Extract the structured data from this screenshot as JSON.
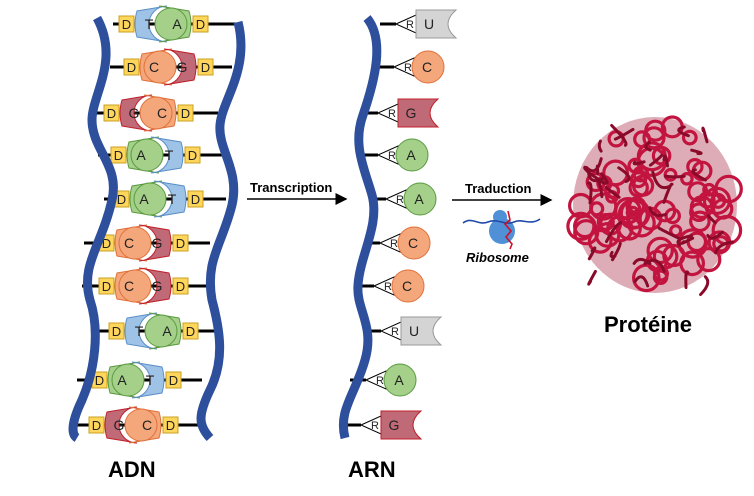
{
  "title_labels": {
    "dna": "ADN",
    "rna": "ARN",
    "protein": "Protéine"
  },
  "processes": {
    "transcription": "Transcription",
    "translation": "Traduction",
    "ribosome": "Ribosome"
  },
  "sugar_labels": {
    "dna": "D",
    "rna": "R"
  },
  "colors": {
    "backbone": "#2e4f9c",
    "A": "#a4d08a",
    "T": "#9fc3e7",
    "C": "#f4a77a",
    "G": "#c06a78",
    "U": "#d4d4d4",
    "sugar": "#ffd65c",
    "protein": "#c2143f",
    "ribosome": "#4f90d6",
    "mrna_strand": "#1f4aa8",
    "peptide": "#d0102a"
  },
  "dna_pairs": [
    {
      "left": "T",
      "right": "A"
    },
    {
      "left": "C",
      "right": "G"
    },
    {
      "left": "G",
      "right": "C"
    },
    {
      "left": "A",
      "right": "T"
    },
    {
      "left": "A",
      "right": "T"
    },
    {
      "left": "C",
      "right": "G"
    },
    {
      "left": "C",
      "right": "G"
    },
    {
      "left": "T",
      "right": "A"
    },
    {
      "left": "A",
      "right": "T"
    },
    {
      "left": "G",
      "right": "C"
    }
  ],
  "rna_bases": [
    "U",
    "C",
    "G",
    "A",
    "A",
    "C",
    "C",
    "U",
    "A",
    "G"
  ]
}
